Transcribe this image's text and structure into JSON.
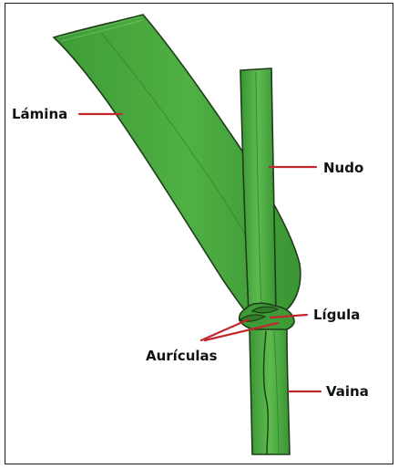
{
  "labels": {
    "lamina": "Lámina",
    "nudo": "Nudo",
    "ligula": "Lígula",
    "auriculas": "Aurículas",
    "vaina": "Vaina"
  },
  "colors": {
    "leaf_green": "#47a93e",
    "leaf_dark": "#2f7f2a",
    "leaf_light": "#6cc35a",
    "outline": "#1f3d1a",
    "leader_red": "#c0282d"
  }
}
